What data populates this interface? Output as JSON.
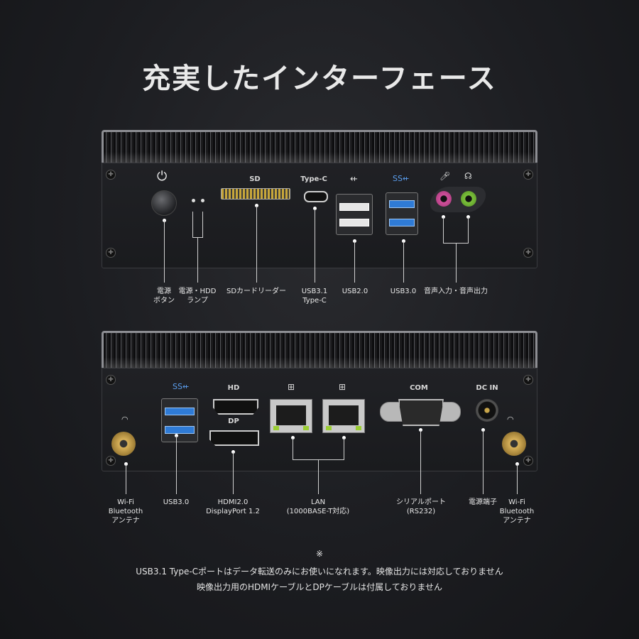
{
  "title": "充実したインターフェース",
  "front": {
    "port_labels": {
      "sd": "SD",
      "typec": "Type-C"
    },
    "labels": {
      "power_button": "電源\nボタン",
      "lamp": "電源・HDD\nランプ",
      "sd_reader": "SDカードリーダー",
      "usb31": "USB3.1\nType-C",
      "usb20": "USB2.0",
      "usb30": "USB3.0",
      "audio": "音声入力・音声出力"
    }
  },
  "rear": {
    "port_labels": {
      "hd": "HD",
      "dp": "DP",
      "com": "COM",
      "dcin": "DC IN"
    },
    "labels": {
      "wifi_left": "Wi-Fi\nBluetooth\nアンテナ",
      "usb30": "USB3.0",
      "hdmi_dp": "HDMI2.0\nDisplayPort 1.2",
      "lan": "LAN\n(1000BASE-T対応)",
      "serial": "シリアルポート\n(RS232)",
      "dc": "電源端子",
      "wifi_right": "Wi-Fi\nBluetooth\nアンテナ"
    }
  },
  "note": {
    "mark": "※",
    "line1": "USB3.1 Type-Cポートはデータ転送のみにお使いになれます。映像出力には対応しておりません",
    "line2": "映像出力用のHDMIケーブルとDPケーブルは付属しておりません"
  },
  "colors": {
    "usb3_blue": "#2f7bd6",
    "mic_pink": "#d04f9b",
    "headphone_green": "#7cc23a",
    "lan_led": "#9acd32"
  },
  "icons": [
    "power-icon",
    "usb-icon",
    "usb-ss-icon",
    "mic-icon",
    "headphone-icon",
    "lan-icon",
    "wifi-icon"
  ]
}
